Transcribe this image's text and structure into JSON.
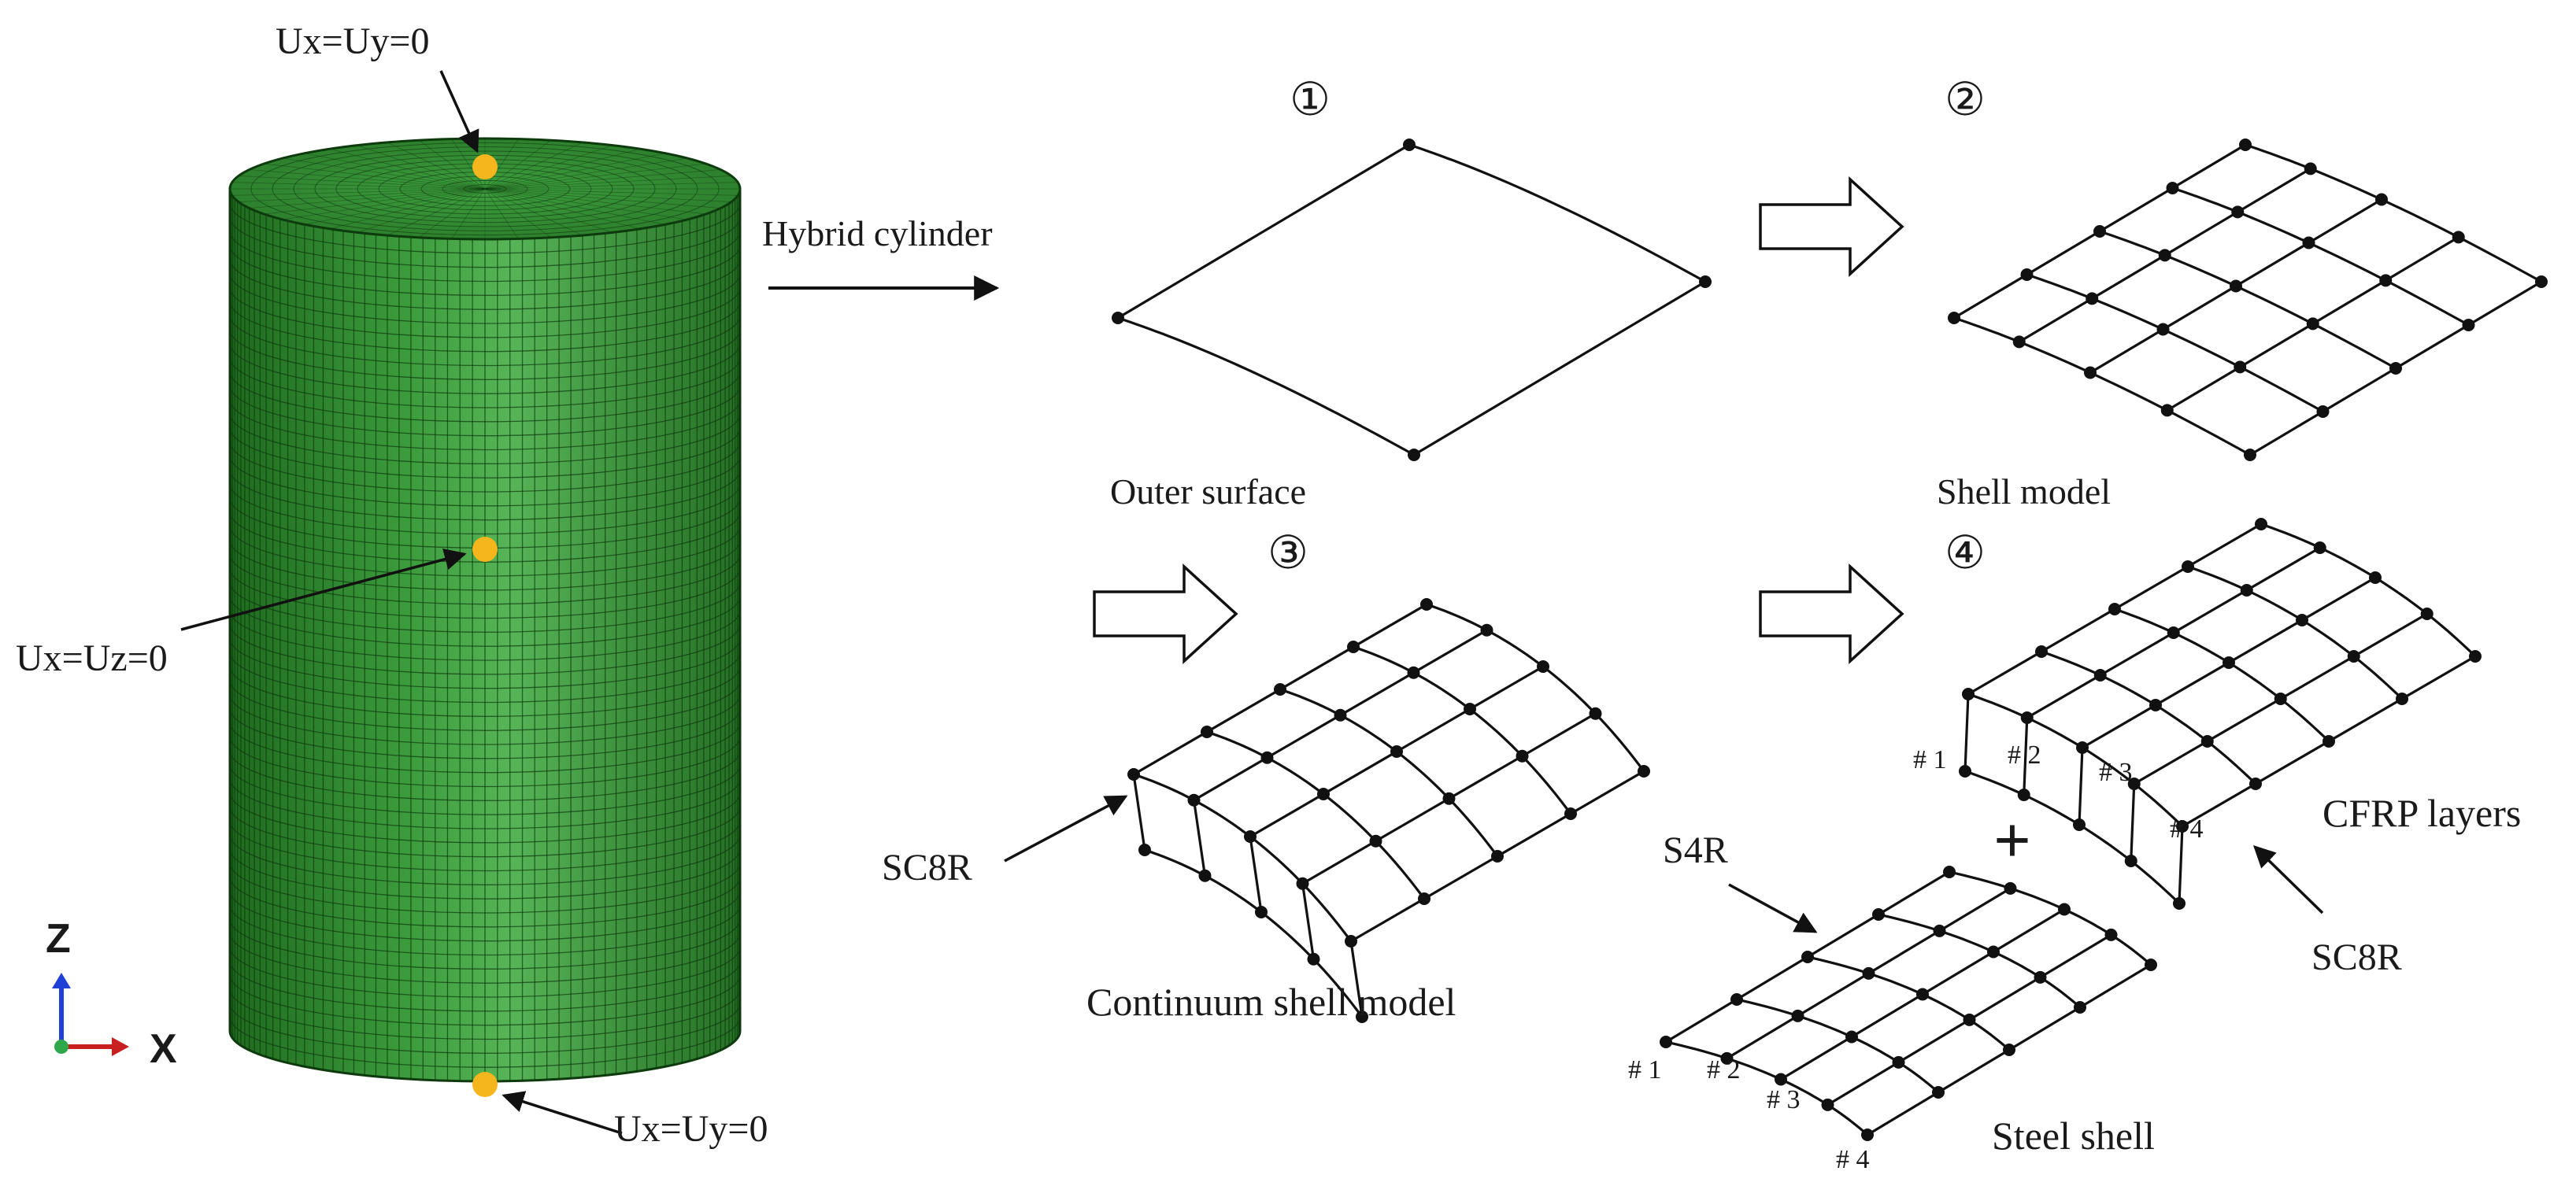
{
  "colors": {
    "cylinder_fill": "#2f8f2f",
    "cylinder_dark": "#1f6a1f",
    "cylinder_light": "#57b457",
    "mesh_line": "#0d3b0d",
    "bc_point": "#f5b51c",
    "axis_z": "#1f3fd6",
    "axis_x": "#c81f1f",
    "axis_origin": "#2ea84a",
    "line": "#111111"
  },
  "cylinder": {
    "bc_top": "Ux=Uy=0",
    "bc_mid": "Ux=Uz=0",
    "bc_bottom": "Ux=Uy=0",
    "axis_z": "Z",
    "axis_x": "X",
    "arrow_label": "Hybrid cylinder"
  },
  "steps": {
    "s1": {
      "marker": "①",
      "caption": "Outer surface"
    },
    "s2": {
      "marker": "②",
      "caption": "Shell model"
    },
    "s3": {
      "marker": "③",
      "caption": "Continuum shell model",
      "element_label": "SC8R"
    },
    "s4": {
      "marker": "④",
      "plus": "+"
    }
  },
  "cfrp": {
    "caption": "CFRP layers",
    "element_label": "SC8R",
    "layer_labels": [
      "# 1",
      "# 2",
      "# 3",
      "# 4"
    ]
  },
  "steel": {
    "caption": "Steel shell",
    "element_label": "S4R",
    "layer_labels": [
      "# 1",
      "# 2",
      "# 3",
      "# 4"
    ]
  }
}
